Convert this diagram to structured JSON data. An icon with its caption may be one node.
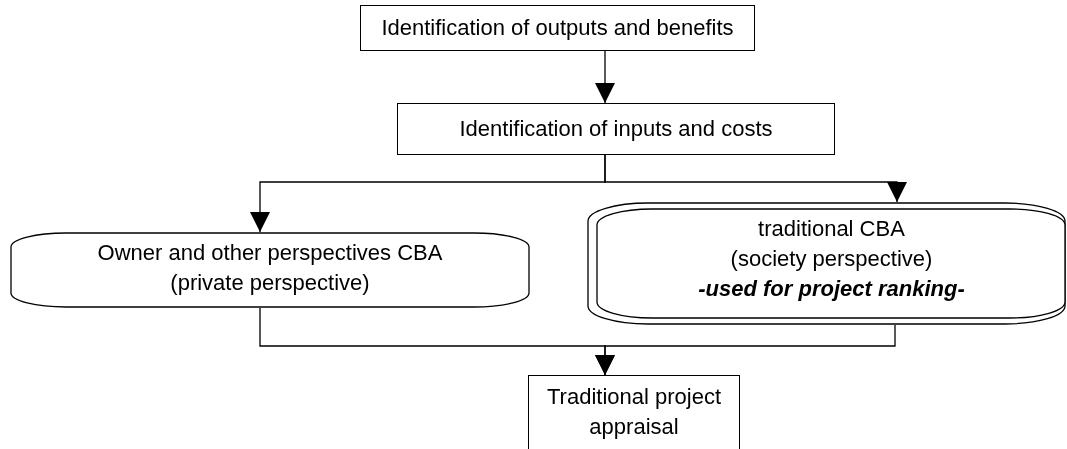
{
  "diagram": {
    "nodes": [
      {
        "text": [
          "Identification of outputs and benefits"
        ]
      },
      {
        "text": [
          "Identification of inputs and costs"
        ]
      },
      {
        "text": [
          "Owner and other perspectives CBA",
          "(private perspective)"
        ]
      },
      {
        "text": [
          "traditional CBA",
          "(society perspective)",
          "-used for project ranking-"
        ]
      },
      {
        "text": [
          "Traditional project appraisal"
        ]
      }
    ],
    "edges": [
      {
        "from": 0,
        "to": 1,
        "arrow": "to"
      },
      {
        "from": 1,
        "to": 2,
        "arrow": "to"
      },
      {
        "from": 1,
        "to": 3,
        "arrow": "to"
      },
      {
        "from": 2,
        "to": 4,
        "arrow": "to"
      },
      {
        "from": 3,
        "to": 4,
        "arrow": "to"
      }
    ]
  }
}
